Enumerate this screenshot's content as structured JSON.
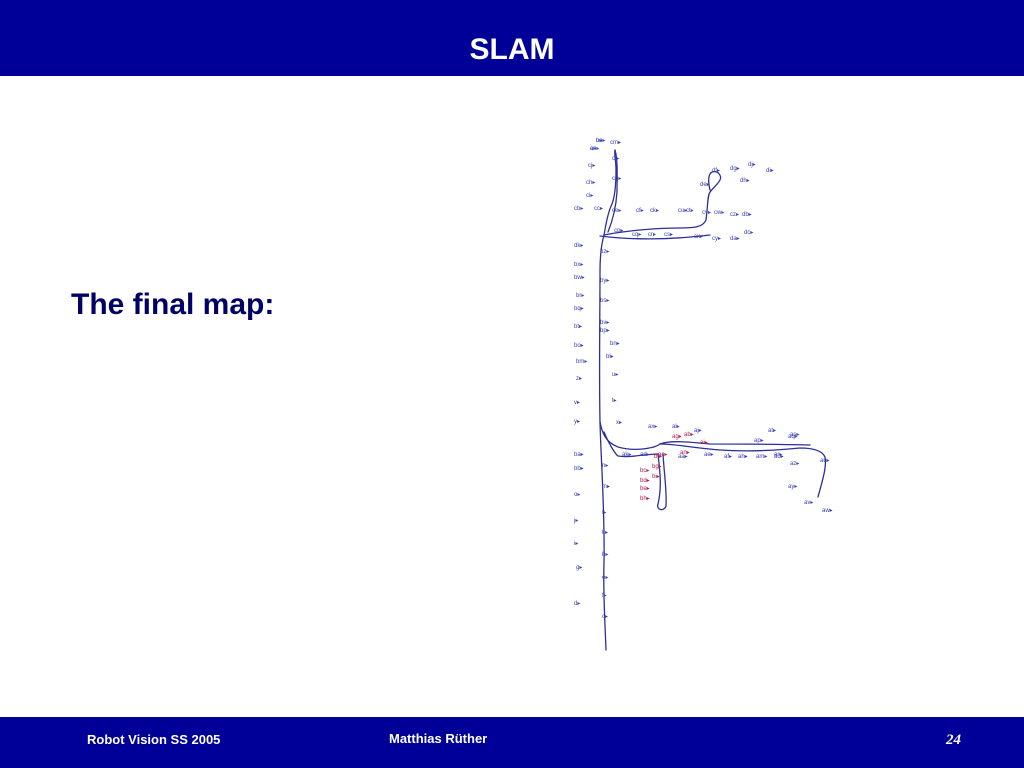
{
  "slide": {
    "title": "SLAM",
    "subtitle": "The final map:"
  },
  "map": {
    "path_color": "#2b2f9a",
    "label_color": "#3a43b5",
    "highlight_color": "#b01e4a",
    "labels_blue": [
      "co",
      "cn",
      "cm",
      "cj",
      "cl",
      "ch",
      "cg",
      "ci",
      "cb",
      "cc",
      "ce",
      "cf",
      "ck",
      "cu",
      "ct",
      "cv",
      "cw",
      "cz",
      "db",
      "cp",
      "cq",
      "cr",
      "cs",
      "cx",
      "cy",
      "da",
      "dc",
      "de",
      "df",
      "dg",
      "dh",
      "di",
      "dj",
      "dk",
      "bz",
      "bx",
      "bw",
      "by",
      "br",
      "bs",
      "bq",
      "bv",
      "bt",
      "bp",
      "bo",
      "bn",
      "bl",
      "bm",
      "z",
      "u",
      "v",
      "t",
      "y",
      "x",
      "ax",
      "al",
      "aj",
      "ak",
      "ad",
      "aa",
      "ae",
      "af",
      "ah",
      "am",
      "ao",
      "ap",
      "aq",
      "ar",
      "as",
      "at",
      "au",
      "av",
      "aw",
      "ay",
      "az",
      "ba",
      "bb",
      "o",
      "n",
      "m",
      "l",
      "k",
      "j",
      "i",
      "h",
      "g",
      "e",
      "f",
      "d",
      "c",
      "b",
      "a"
    ],
    "labels_red": [
      "ag",
      "ab",
      "ac",
      "ai",
      "an",
      "bc",
      "bd",
      "be",
      "bf",
      "bg",
      "bh",
      "bi"
    ]
  },
  "footer": {
    "left": "Robot Vision SS 2005",
    "center": "Matthias Rüther",
    "page": "24"
  }
}
